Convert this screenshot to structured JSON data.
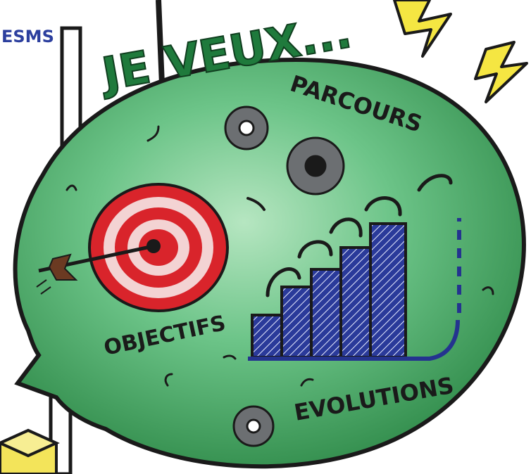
{
  "headline": "JE VEUX...",
  "corner_text": "ESMS",
  "labels": {
    "parcours": "PARCOURS",
    "objectifs": "OBJECTIFS",
    "evolutions": "EVOLUTIONS"
  },
  "colors": {
    "bubble_fill": "#3a9a55",
    "bubble_light": "#8fd3a3",
    "outline": "#1a1a1a",
    "headline_green": "#1f7a3c",
    "target_red": "#d9242b",
    "target_light": "#f3d3d3",
    "bars_blue": "#24338f",
    "gear_gray": "#6c6f72",
    "lightning_yellow": "#f5e642",
    "corner_text_blue": "#2c3f9e"
  },
  "icons": [
    "target-icon",
    "arrow-icon",
    "gear-icon",
    "bar-chart-icon",
    "lightning-icon",
    "curved-arrow-icon"
  ]
}
